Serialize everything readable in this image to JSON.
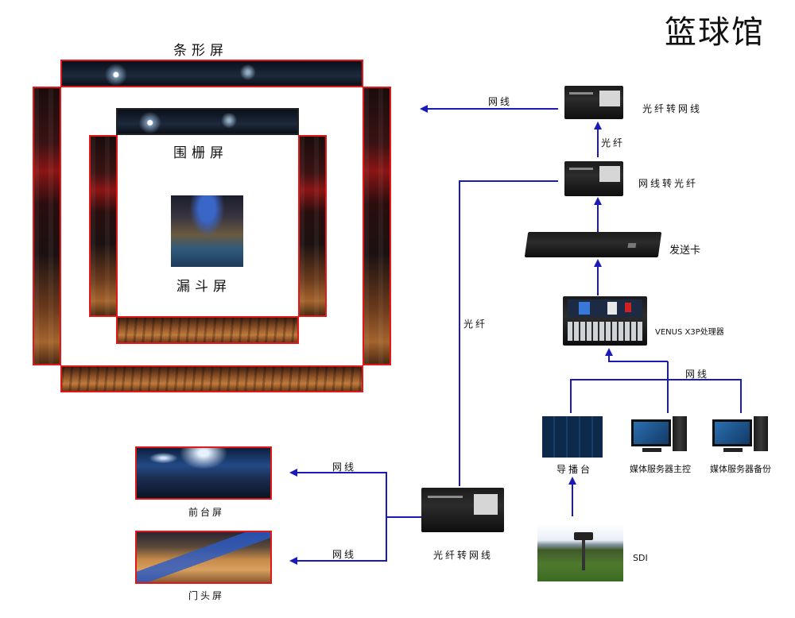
{
  "title": "篮球馆",
  "screens": {
    "strip": "条形屏",
    "fence": "围栅屏",
    "funnel": "漏斗屏",
    "front": "前台屏",
    "gate": "门头屏"
  },
  "devices": {
    "fiber_to_net_top": "光纤转网线",
    "net_to_fiber": "网线转光纤",
    "sender_card": "发送卡",
    "processor": "VENUS X3P处理器",
    "director": "导播台",
    "media_main": "媒体服务器主控",
    "media_backup": "媒体服务器备份",
    "fiber_to_net_bottom": "光纤转网线",
    "sdi": "SDI"
  },
  "links": {
    "net_top": "网线",
    "fiber_short": "光纤",
    "fiber_long": "光纤",
    "net_servers": "网线",
    "net_front": "网线",
    "net_gate": "网线"
  },
  "colors": {
    "line": "#1a1ab8",
    "screen_border": "#e01818"
  }
}
